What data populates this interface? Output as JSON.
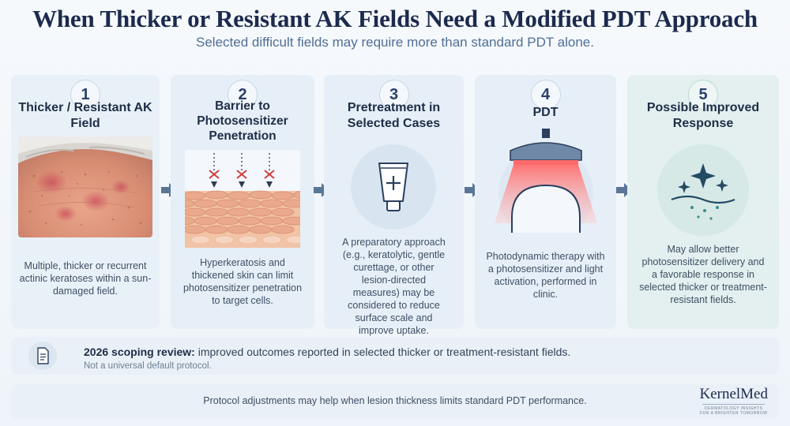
{
  "header": {
    "title": "When Thicker or Resistant AK Fields Need a Modified PDT Approach",
    "subtitle": "Selected difficult fields may require more than standard PDT alone."
  },
  "steps": [
    {
      "number": "1",
      "title": "Thicker / Resistant AK Field",
      "description": "Multiple, thicker or recurrent actinic keratoses within a sun-damaged field.",
      "illustration": "forehead-skin-photo"
    },
    {
      "number": "2",
      "title": "Barrier to Photosensitizer Penetration",
      "description": "Hyperkeratosis and thickened skin can limit photosensitizer penetration to target cells.",
      "illustration": "blocked-penetration-icon"
    },
    {
      "number": "3",
      "title": "Pretreatment in Selected Cases",
      "description": "A preparatory approach (e.g., keratolytic, gentle curettage, or other lesion-directed measures) may be considered to reduce surface scale and improve uptake.",
      "illustration": "cream-tube-icon"
    },
    {
      "number": "4",
      "title": "PDT",
      "description": "Photodynamic therapy with a photosensitizer and light activation, performed in clinic.",
      "illustration": "pdt-lamp-icon"
    },
    {
      "number": "5",
      "title": "Possible Improved Response",
      "description": "May allow better photosensitizer delivery and a favorable response in selected thicker or treatment-resistant fields.",
      "illustration": "sparkle-skin-icon"
    }
  ],
  "review": {
    "bold": "2026 scoping review:",
    "text": " improved outcomes reported in selected thicker or treatment-resistant fields.",
    "note": "Not a universal default protocol.",
    "icon": "document-icon"
  },
  "footer": {
    "text": "Protocol adjustments may help when lesion thickness limits standard PDT performance.",
    "brand": "KernelMed",
    "tagline_1": "DERMATOLOGY INSIGHTS",
    "tagline_2": "FOR A BRIGHTER TOMORROW"
  },
  "colors": {
    "title": "#1b2a4e",
    "subtitle": "#4f6f96",
    "card": "#e6eff7",
    "accent_red": "#d23c3c",
    "pdt_glow": "#ff8a8a"
  }
}
